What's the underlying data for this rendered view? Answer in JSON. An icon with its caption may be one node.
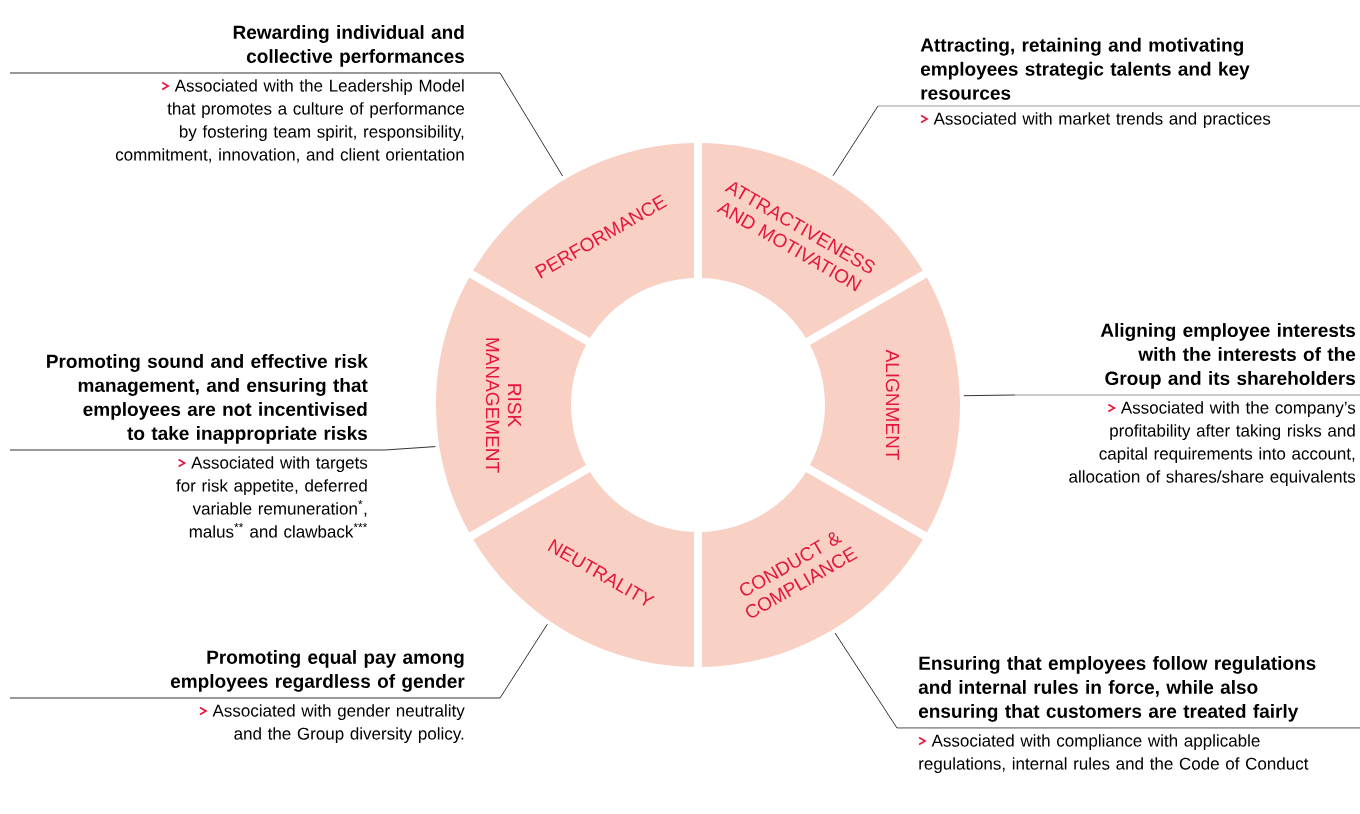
{
  "diagram": {
    "nodes": [
      {
        "text": [
          "PERFORMANCE"
        ]
      },
      {
        "text": [
          "ATTRACTIVENESS AND MOTIVATION"
        ]
      },
      {
        "text": [
          "RISK MANAGEMENT"
        ]
      },
      {
        "text": [
          "ALIGNMENT"
        ]
      },
      {
        "text": [
          "NEUTRALITY"
        ]
      },
      {
        "text": [
          "CONDUCT & COMPLIANCE"
        ]
      },
      {
        "text": [
          "Rewarding individual and collective performances",
          "Associated with the Leadership Model that promotes a culture of performance by fostering team spirit, responsibility, commitment, innovation, and client orientation"
        ]
      },
      {
        "text": [
          "Attracting, retaining and motivating employees strategic talents and key resources",
          "Associated with market trends and practices"
        ]
      },
      {
        "text": [
          "Promoting sound and effective risk management, and ensuring that employees are not incentivised to take inappropriate risks",
          "Associated with targets for risk appetite, deferred variable remuneration$^{*}$, malus$^{**}$ and clawback$^{***}$"
        ]
      },
      {
        "text": [
          "Aligning employee interests with the interests of the Group and its shareholders",
          "Associated with the company’s profitability after taking risks and capital requirements into account, allocation of shares/share equivalents"
        ]
      },
      {
        "text": [
          "Promoting equal pay among employees regardless of gender",
          "Associated with gender neutrality and the Group diversity policy."
        ]
      },
      {
        "text": [
          "Ensuring that employees follow regulations and internal rules in force, while also ensuring that customers are treated fairly",
          "Associated with compliance with applicable regulations, internal rules and the Code of Conduct"
        ]
      }
    ],
    "edges": [
      {
        "from": 6,
        "to": 0,
        "arrow": "none"
      },
      {
        "from": 7,
        "to": 1,
        "arrow": "none"
      },
      {
        "from": 8,
        "to": 2,
        "arrow": "none"
      },
      {
        "from": 9,
        "to": 3,
        "arrow": "none"
      },
      {
        "from": 10,
        "to": 4,
        "arrow": "none"
      },
      {
        "from": 11,
        "to": 5,
        "arrow": "none"
      }
    ]
  }
}
